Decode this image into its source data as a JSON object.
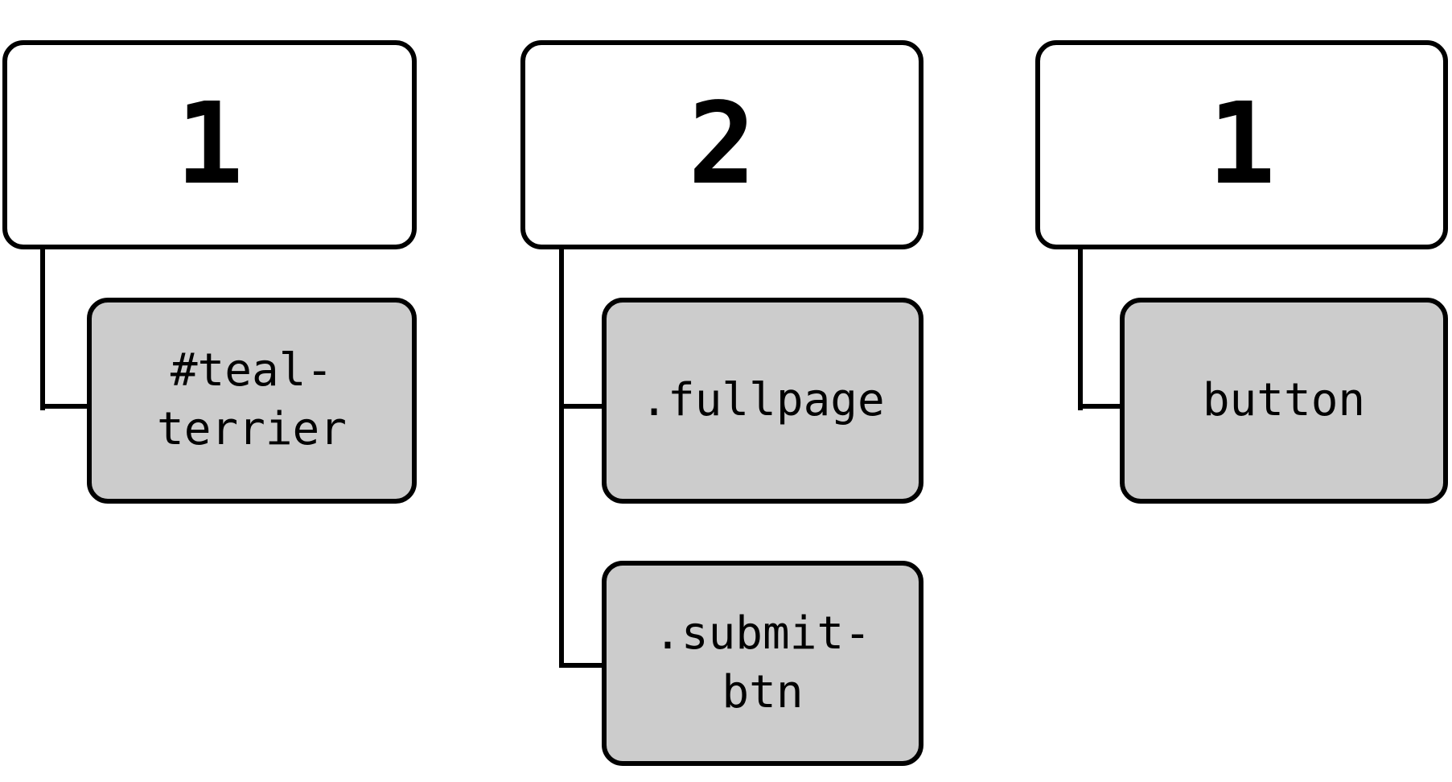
{
  "diagram": {
    "type": "selector-count-tree",
    "colors": {
      "background": "#ffffff",
      "parent_box_fill": "#ffffff",
      "child_box_fill": "#cccccc",
      "border": "#000000",
      "text": "#000000"
    },
    "trees": [
      {
        "count": "1",
        "children": [
          "#teal-terrier"
        ]
      },
      {
        "count": "2",
        "children": [
          ".fullpage",
          ".submit-btn"
        ]
      },
      {
        "count": "1",
        "children": [
          "button"
        ]
      }
    ]
  }
}
